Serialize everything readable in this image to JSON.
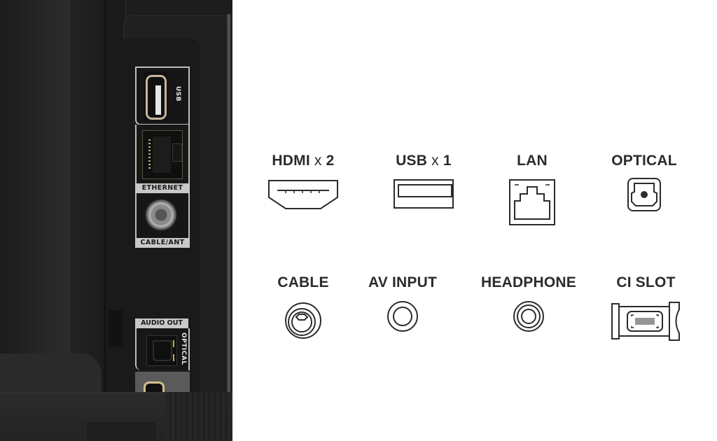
{
  "photo": {
    "description": "TV rear port panel",
    "port_labels": {
      "usb": "USB",
      "ethernet": "ETHERNET",
      "cable_ant": "CABLE/ANT",
      "audio_out": "AUDIO OUT",
      "optical": "OPTICAL"
    }
  },
  "connectivity": {
    "row1": [
      {
        "id": "hdmi",
        "name": "HDMI",
        "count_prefix": " x ",
        "count": "2",
        "icon": "hdmi-icon"
      },
      {
        "id": "usb",
        "name": "USB",
        "count_prefix": " x ",
        "count": "1",
        "icon": "usb-icon"
      },
      {
        "id": "lan",
        "name": "LAN",
        "icon": "lan-icon"
      },
      {
        "id": "optical",
        "name": "OPTICAL",
        "icon": "optical-icon"
      }
    ],
    "row2": [
      {
        "id": "cable",
        "name": "CABLE",
        "icon": "coax-cable-icon"
      },
      {
        "id": "av_input",
        "name": "AV INPUT",
        "icon": "av-input-jack-icon"
      },
      {
        "id": "headphone",
        "name": "HEADPHONE",
        "icon": "headphone-jack-icon"
      },
      {
        "id": "ci_slot",
        "name": "CI SLOT",
        "icon": "ci-slot-card-icon"
      }
    ]
  },
  "colors": {
    "text": "#2b2b2b",
    "icon_stroke": "#2b2b2b",
    "background": "#ffffff",
    "photo_dark": "#1d1d1d"
  }
}
